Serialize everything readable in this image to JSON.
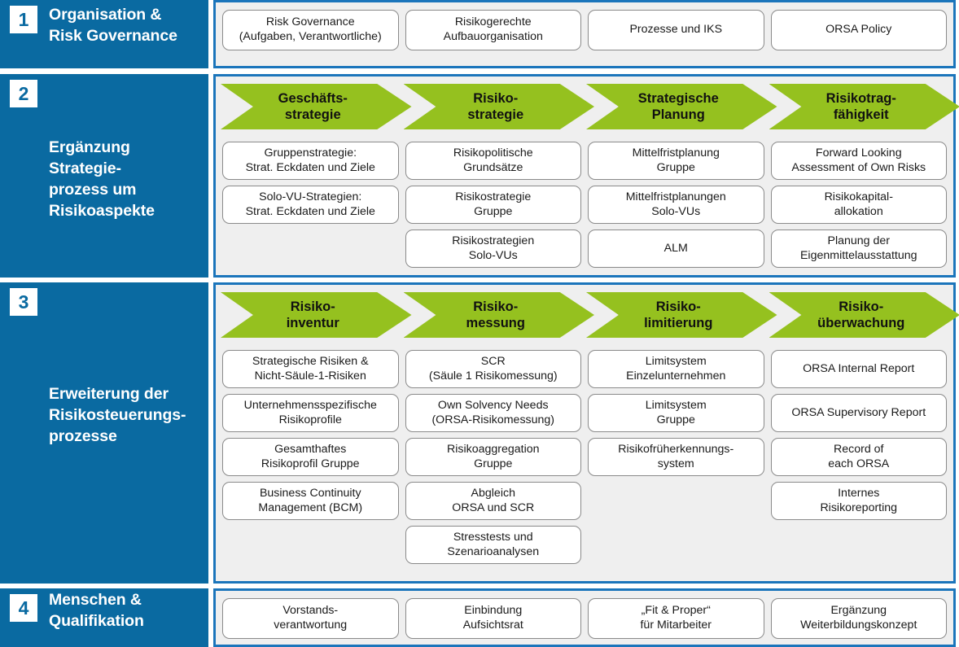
{
  "colors": {
    "blue": "#0A6AA1",
    "border_blue": "#1B75BB",
    "green": "#95C11F",
    "panel_bg": "#EFEFEF",
    "box_border": "#8A8A8A",
    "text_dark": "#1A1A1A",
    "white": "#FFFFFF"
  },
  "sections": [
    {
      "number": "1",
      "title_line1": "Organisation &",
      "title_line2": "Risk Governance",
      "has_arrows": false,
      "columns": [
        {
          "items": [
            "Risk Governance\n(Aufgaben, Verantwortliche)"
          ]
        },
        {
          "items": [
            "Risikogerechte\nAufbauorganisation"
          ]
        },
        {
          "items": [
            "Prozesse und IKS"
          ]
        },
        {
          "items": [
            "ORSA Policy"
          ]
        }
      ]
    },
    {
      "number": "2",
      "title_line1": "Ergänzung",
      "title_line2": "Strategie-",
      "title_line3": "prozess um",
      "title_line4": "Risikoaspekte",
      "has_arrows": true,
      "arrows": [
        "Geschäfts-\nstrategie",
        "Risiko-\nstrategie",
        "Strategische\nPlanung",
        "Risikotrag-\nfähigkeit"
      ],
      "columns": [
        {
          "items": [
            "Gruppenstrategie:\nStrat. Eckdaten und Ziele",
            "Solo-VU-Strategien:\nStrat. Eckdaten und Ziele"
          ]
        },
        {
          "items": [
            "Risikopolitische\nGrundsätze",
            "Risikostrategie\nGruppe",
            "Risikostrategien\nSolo-VUs"
          ]
        },
        {
          "items": [
            "Mittelfristplanung\nGruppe",
            "Mittelfristplanungen\nSolo-VUs",
            "ALM"
          ]
        },
        {
          "items": [
            "Forward Looking\nAssessment of Own Risks",
            "Risikokapital-\nallokation",
            "Planung der\nEigenmittelausstattung"
          ]
        }
      ]
    },
    {
      "number": "3",
      "title_line1": "Erweiterung der",
      "title_line2": "Risikosteuerungs-",
      "title_line3": "prozesse",
      "has_arrows": true,
      "arrows": [
        "Risiko-\ninventur",
        "Risiko-\nmessung",
        "Risiko-\nlimitierung",
        "Risiko-\nüberwachung"
      ],
      "columns": [
        {
          "items": [
            "Strategische Risiken &\nNicht-Säule-1-Risiken",
            "Unternehmensspezifische\nRisikoprofile",
            "Gesamthaftes\nRisikoprofil Gruppe",
            "Business Continuity\nManagement (BCM)"
          ]
        },
        {
          "items": [
            "SCR\n(Säule 1 Risikomessung)",
            "Own Solvency Needs\n(ORSA-Risikomessung)",
            "Risikoaggregation\nGruppe",
            "Abgleich\nORSA und SCR",
            "Stresstests und\nSzenarioanalysen"
          ]
        },
        {
          "items": [
            "Limitsystem\nEinzelunternehmen",
            "Limitsystem\nGruppe",
            "Risikofrüherkennungs-\nsystem"
          ]
        },
        {
          "items": [
            "ORSA Internal Report",
            "ORSA Supervisory Report",
            "Record of\neach ORSA",
            "Internes\nRisikoreporting"
          ]
        }
      ]
    },
    {
      "number": "4",
      "title_line1": "Menschen &",
      "title_line2": "Qualifikation",
      "has_arrows": false,
      "columns": [
        {
          "items": [
            "Vorstands-\nverantwortung"
          ]
        },
        {
          "items": [
            "Einbindung\nAufsichtsrat"
          ]
        },
        {
          "items": [
            "„Fit & Proper“\nfür Mitarbeiter"
          ]
        },
        {
          "items": [
            "Ergänzung\nWeiterbildungskonzept"
          ]
        }
      ]
    }
  ]
}
